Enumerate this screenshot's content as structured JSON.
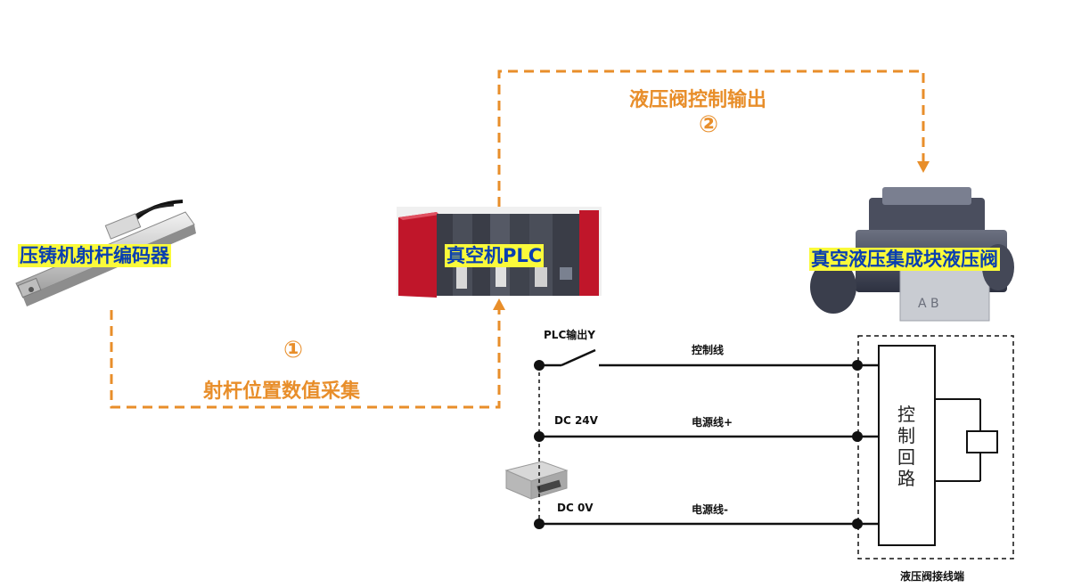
{
  "labels": {
    "encoder": "压铸机射杆编码器",
    "plc": "真空机PLC",
    "valve": "真空液压集成块液压阀"
  },
  "steps": {
    "step1_num": "①",
    "step1_text": "射杆位置数值采集",
    "step2_num": "②",
    "step2_text": "液压阀控制输出"
  },
  "wiring": {
    "plc_output": "PLC输出Y",
    "control_line": "控制线",
    "dc24": "DC 24V",
    "power_plus": "电源线+",
    "dc0": "DC 0V",
    "power_minus": "电源线-",
    "control_circuit": [
      "控",
      "制",
      "回",
      "路"
    ],
    "terminal_label": "液压阀接线端"
  },
  "colors": {
    "arrow": "#e88e2a",
    "highlight_bg": "#fafa3a",
    "highlight_text": "#0a3fb0",
    "plc_red": "#c0162a"
  }
}
